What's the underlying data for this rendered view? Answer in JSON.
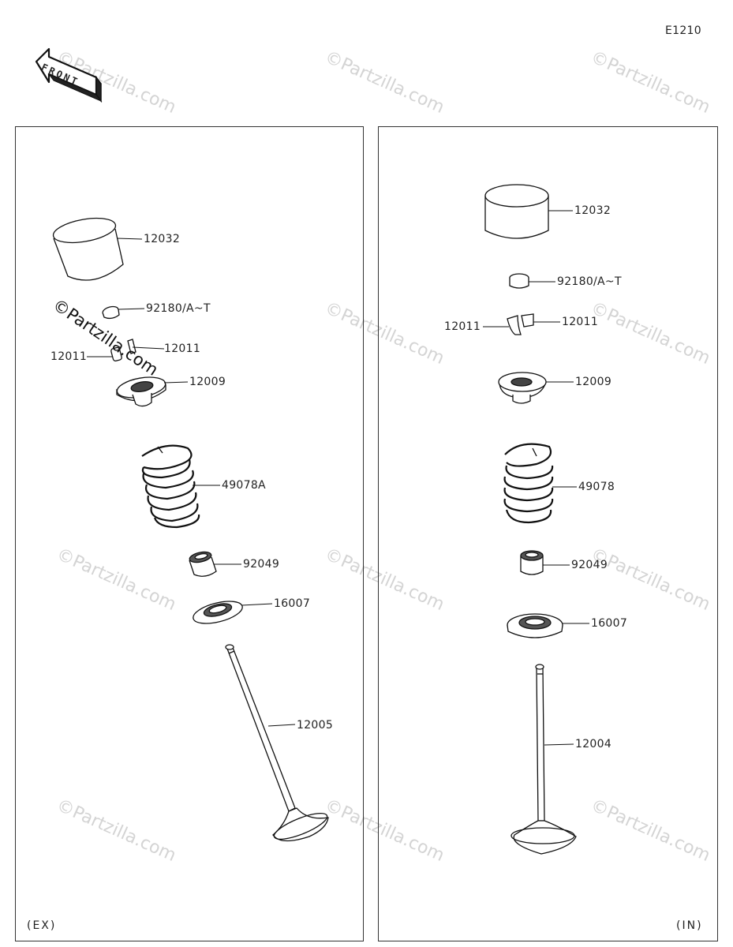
{
  "diagram_code": "E1210",
  "front_label": "FRONT",
  "watermark": "©Partzilla.com",
  "left_panel": {
    "caption": "(EX)",
    "parts": {
      "tappet": "12032",
      "shim": "92180/A~T",
      "cotter_right": "12011",
      "cotter_left": "12011",
      "retainer": "12009",
      "spring": "49078A",
      "seal": "92049",
      "seat": "16007",
      "valve": "12005"
    }
  },
  "right_panel": {
    "caption": "(IN)",
    "parts": {
      "tappet": "12032",
      "shim": "92180/A~T",
      "cotter_left": "12011",
      "cotter_right": "12011",
      "retainer": "12009",
      "spring": "49078",
      "seal": "92049",
      "seat": "16007",
      "valve": "12004"
    }
  }
}
